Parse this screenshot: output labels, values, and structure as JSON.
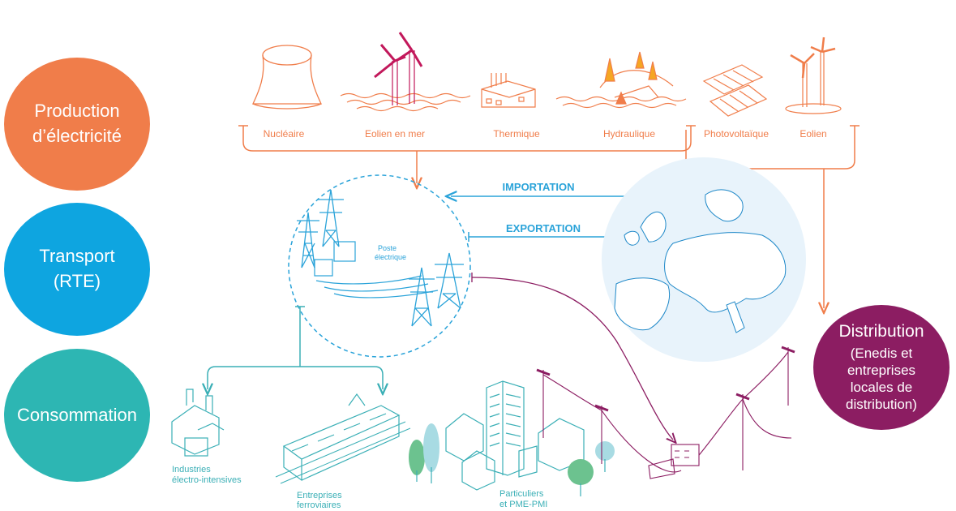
{
  "colors": {
    "production": "#f07d4a",
    "transport": "#0ea5e0",
    "consommation": "#2db6b3",
    "distribution": "#8c1d62",
    "transport_line": "#2aa3d9",
    "consommation_line": "#3aafb6",
    "purple_line": "#8c1d62"
  },
  "left_circles": {
    "production": "Production\nd’électricité",
    "transport": "Transport\n(RTE)",
    "consommation": "Consommation"
  },
  "distribution": {
    "title": "Distribution",
    "subtitle": "(Enedis et\nentreprises\nlocales de\ndistribution)"
  },
  "production_sources": [
    {
      "label": "Nucléaire",
      "icon": "nuclear-plant-icon"
    },
    {
      "label": "Eolien en mer",
      "icon": "offshore-wind-icon"
    },
    {
      "label": "Thermique",
      "icon": "thermal-plant-icon"
    },
    {
      "label": "Hydraulique",
      "icon": "hydro-dam-icon"
    },
    {
      "label": "Photovoltaïque",
      "icon": "solar-panel-icon"
    },
    {
      "label": "Eolien",
      "icon": "wind-turbine-icon"
    }
  ],
  "transport": {
    "poste_label_1": "Poste",
    "poste_label_2": "électrique",
    "importation": "IMPORTATION",
    "exportation": "EXPORTATION"
  },
  "consumers": {
    "industries_1": "Industries",
    "industries_2": "électro-intensives",
    "ferroviaires_1": "Entreprises",
    "ferroviaires_2": "ferroviaires",
    "particuliers_1": "Particuliers",
    "particuliers_2": "et PME-PMI"
  }
}
